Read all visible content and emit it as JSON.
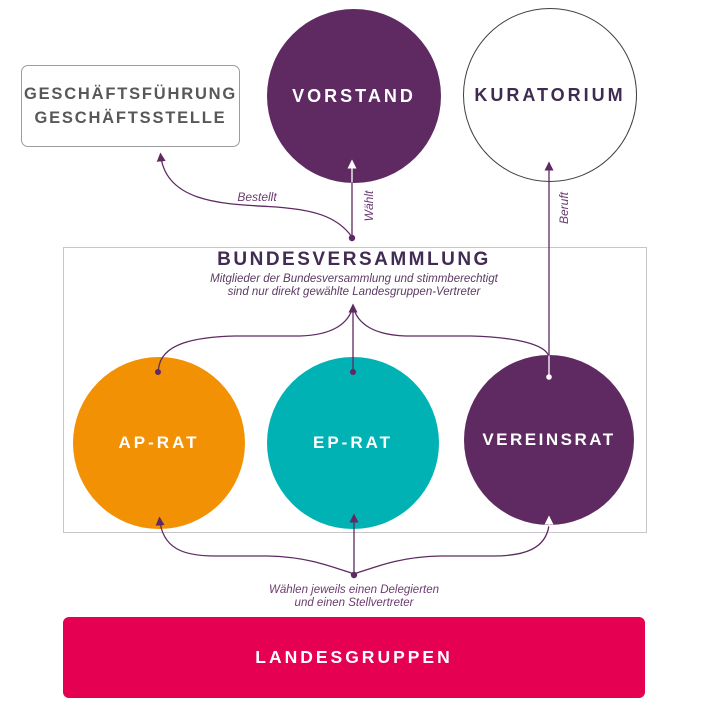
{
  "colors": {
    "purple": "#5E2A61",
    "orange": "#F29104",
    "teal": "#00B2B4",
    "red": "#E50051",
    "dark_purple_text": "#432C54",
    "gray_text": "#58585A",
    "arrow_purple": "#5E2A61",
    "label_purple": "#6B3B70",
    "gf_border_gray": "#9C9C9E",
    "frame_border_gray": "#CBC4CD",
    "kuratorium_border": "#404040"
  },
  "nodes": {
    "geschaeftsfuehrung": {
      "line1": "GESCHÄFTSFÜHRUNG",
      "line2": "GESCHÄFTSSTELLE"
    },
    "vorstand": {
      "label": "VORSTAND"
    },
    "kuratorium": {
      "label": "KURATORIUM"
    },
    "bundesversammlung": {
      "title": "BUNDESVERSAMMLUNG",
      "subtitle_line1": "Mitglieder der Bundesversammlung und stimmberechtigt",
      "subtitle_line2": "sind nur direkt gewählte Landesgruppen-Vertreter"
    },
    "ap_rat": {
      "label": "AP-RAT"
    },
    "ep_rat": {
      "label": "EP-RAT"
    },
    "vereinsrat": {
      "label": "VEREINSRAT"
    },
    "landesgruppen": {
      "label": "LANDESGRUPPEN"
    }
  },
  "edges": {
    "bestellt": {
      "label": "Bestellt"
    },
    "waehlt": {
      "label": "Wählt"
    },
    "beruft": {
      "label": "Beruft"
    },
    "waehlen": {
      "line1": "Wählen jeweils einen Delegierten",
      "line2": "und einen Stellvertreter"
    }
  }
}
